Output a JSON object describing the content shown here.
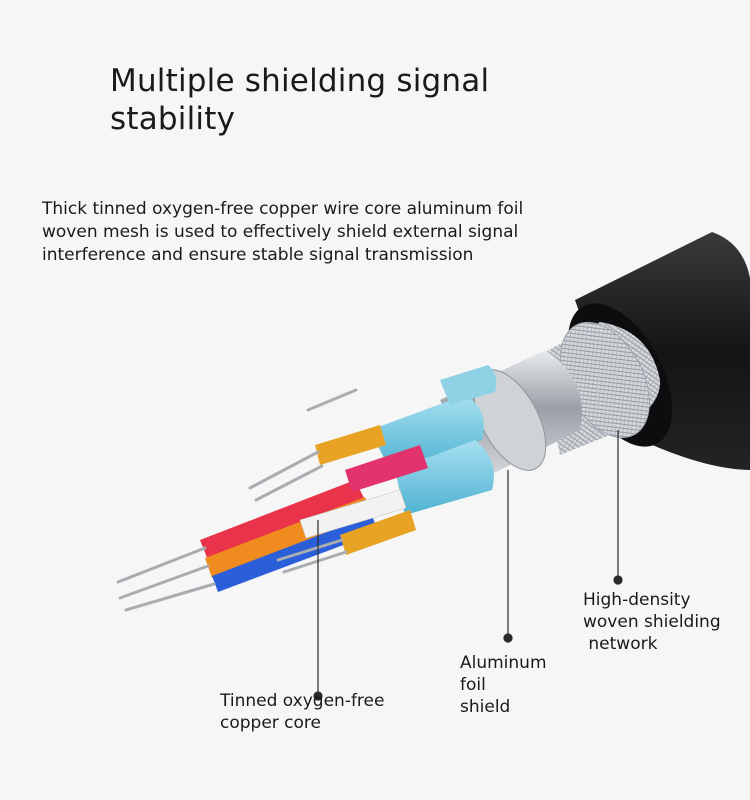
{
  "header": {
    "title": "Multiple shielding signal stability",
    "subtitle": "Thick tinned oxygen-free copper wire core aluminum foil woven mesh is used to effectively shield external signal interference and ensure stable signal transmission"
  },
  "callouts": {
    "core": "Tinned oxygen-free copper core",
    "foil": "Aluminum foil shield",
    "mesh_lines": [
      "High-density",
      "woven shielding",
      " network"
    ]
  },
  "colors": {
    "jacket": "#1b1b1d",
    "braid": "#c9cdd2",
    "foil": "#b7bcc2",
    "blue_band": "#6cc3dd",
    "red": "#e8334a",
    "orange": "#f08b1f",
    "blue": "#2b5fd9",
    "pink": "#e2336e",
    "gold": "#e8a325",
    "white": "#f2f2f2",
    "leader": "#2a2a2a"
  }
}
